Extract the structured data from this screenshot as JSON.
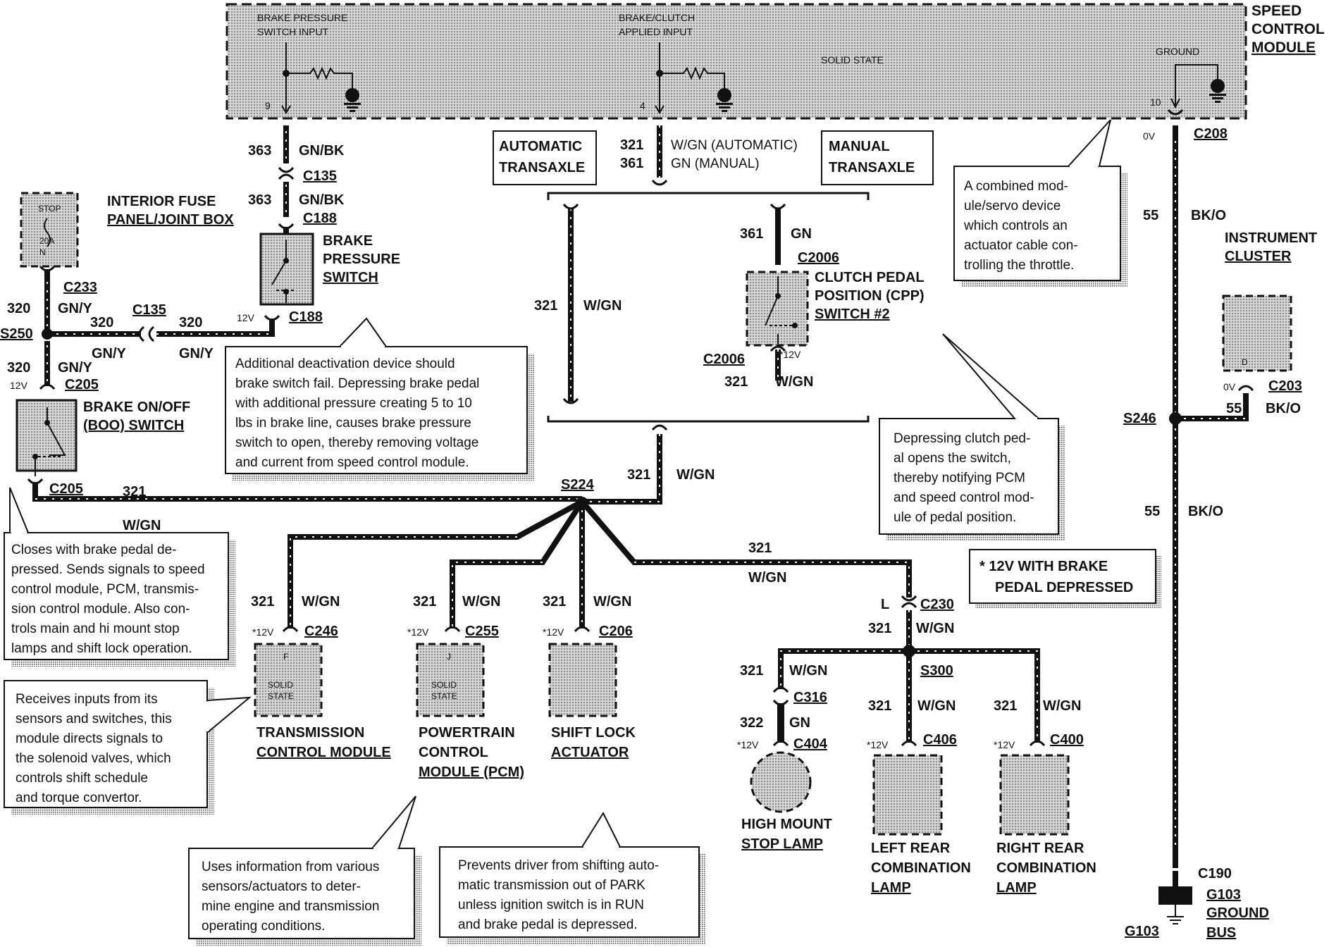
{
  "speed_control_module": {
    "title_l1": "SPEED",
    "title_l2": "CONTROL",
    "title_l3": "MODULE",
    "solid_state": "SOLID STATE",
    "brake_pressure_input_l1": "BRAKE PRESSURE",
    "brake_pressure_input_l2": "SWITCH INPUT",
    "brake_clutch_input_l1": "BRAKE/CLUTCH",
    "brake_clutch_input_l2": "APPLIED INPUT",
    "ground": "GROUND",
    "pin9": "9",
    "pin4": "4",
    "pin10": "10"
  },
  "wires": {
    "c363a_num": "363",
    "c363a_col": "GN/BK",
    "c135_top": "C135",
    "c363b_num": "363",
    "c363b_col": "GN/BK",
    "c188_top": "C188",
    "w321_num": "321",
    "w321_col": "W/GN (AUTOMATIC)",
    "w361_num": "361",
    "w361_col": "GN  (MANUAL)",
    "auto_l1": "AUTOMATIC",
    "auto_l2": "TRANSAXLE",
    "man_l1": "MANUAL",
    "man_l2": "TRANSAXLE",
    "c208": "C208",
    "zero_v_top": "0V",
    "w55a_num": "55",
    "w55a_col": "BK/O",
    "auto_branch_num": "321",
    "auto_branch_col": "W/GN",
    "man361_num": "361",
    "man361_col": "GN",
    "c2006_top": "C2006",
    "c2006_bot": "C2006",
    "star12v_cpp": "*12V",
    "cpp321_num": "321",
    "cpp321_col": "W/GN",
    "s224_feed_num": "321",
    "s224_feed_col": "W/GN",
    "s224": "S224",
    "c233": "C233",
    "w320a_num": "320",
    "w320a_col": "GN/Y",
    "s250": "S250",
    "c135_mid": "C135",
    "w320b_num": "320",
    "w320c_num": "320",
    "gny_b": "GN/Y",
    "gny_c": "GN/Y",
    "v12_c188": "12V",
    "c188_mid": "C188",
    "w320d_num": "320",
    "w320d_col": "GN/Y",
    "v12_c205": "12V",
    "c205_top": "C205",
    "c205_bot": "C205",
    "boo321_num": "321",
    "boo321_col": "W/GN",
    "tcm_num": "321",
    "tcm_col": "W/GN",
    "tcm_v": "*12V",
    "tcm_conn": "C246",
    "pcm_num": "321",
    "pcm_col": "W/GN",
    "pcm_v": "*12V",
    "pcm_conn": "C255",
    "sla_num": "321",
    "sla_col": "W/GN",
    "sla_v": "*12V",
    "sla_conn": "C206",
    "rear_num": "321",
    "rear_col": "W/GN",
    "l_pin": "L",
    "c230": "C230",
    "s300_num": "321",
    "s300_col": "W/GN",
    "s300": "S300",
    "hm321_num": "321",
    "hm321_col": "W/GN",
    "c316": "C316",
    "hm322_num": "322",
    "hm322_col": "GN",
    "hm_v": "*12V",
    "c404": "C404",
    "lr_num": "321",
    "lr_col": "W/GN",
    "lr_v": "*12V",
    "c406": "C406",
    "rr_num": "321",
    "rr_col": "W/GN",
    "rr_v": "*12V",
    "c400": "C400",
    "s246": "S246",
    "ic_v": "0V",
    "ic55_num": "55",
    "ic55_col": "BK/O",
    "c203": "C203",
    "w55b_num": "55",
    "w55b_col": "BK/O",
    "c190": "C190",
    "g103_a": "G103",
    "ground_l1": "GROUND",
    "ground_l2": "BUS",
    "g103_b": "G103"
  },
  "components": {
    "fuse_l1": "INTERIOR FUSE",
    "fuse_l2": "PANEL/JOINT BOX",
    "fuse_stop": "STOP",
    "fuse_amp": "20A",
    "fuse_pin": "N",
    "bps_l1": "BRAKE",
    "bps_l2": "PRESSURE",
    "bps_l3": "SWITCH",
    "boo_l1": "BRAKE ON/OFF",
    "boo_l2": "(BOO) SWITCH",
    "cpp_l1": "CLUTCH PEDAL",
    "cpp_l2": "POSITION (CPP)",
    "cpp_l3": "SWITCH #2",
    "ic_l1": "INSTRUMENT",
    "ic_l2": "CLUSTER",
    "ic_pin": "D",
    "tcm_l1": "TRANSMISSION",
    "tcm_l2": "CONTROL MODULE",
    "tcm_pin": "F",
    "tcm_ss1": "SOLID",
    "tcm_ss2": "STATE",
    "pcm_l1": "POWERTRAIN",
    "pcm_l2": "CONTROL",
    "pcm_l3": "MODULE (PCM)",
    "pcm_pin": "J",
    "pcm_ss1": "SOLID",
    "pcm_ss2": "STATE",
    "sla_l1": "SHIFT LOCK",
    "sla_l2": "ACTUATOR",
    "hm_l1": "HIGH MOUNT",
    "hm_l2": "STOP LAMP",
    "lr_l1": "LEFT REAR",
    "lr_l2": "COMBINATION",
    "lr_l3": "LAMP",
    "rr_l1": "RIGHT REAR",
    "rr_l2": "COMBINATION",
    "rr_l3": "LAMP"
  },
  "notes": {
    "servo": [
      "A combined mod-",
      "ule/servo device",
      "which controls an",
      "actuator cable con-",
      "trolling the throttle."
    ],
    "deact": [
      "Additional deactivation device should",
      "brake switch fail. Depressing brake pedal",
      "with additional pressure creating 5 to 10",
      "lbs in brake line, causes brake pressure",
      "switch to open, thereby removing voltage",
      "and current from speed control module."
    ],
    "clutch": [
      "Depressing clutch ped-",
      "al opens the switch,",
      "thereby notifying PCM",
      "and speed control mod-",
      "ule of pedal position."
    ],
    "boo": [
      "Closes with brake pedal de-",
      "pressed. Sends signals to speed",
      "control module, PCM, transmis-",
      "sion control module. Also con-",
      "trols main and hi mount stop",
      "lamps and shift lock operation."
    ],
    "tcm": [
      "Receives inputs from its",
      "sensors and switches, this",
      "module directs signals to",
      "the solenoid valves, which",
      "controls shift schedule",
      "and torque convertor."
    ],
    "pcm": [
      "Uses information from various",
      "sensors/actuators to deter-",
      "mine engine and transmission",
      "operating conditions."
    ],
    "sla": [
      "Prevents driver from shifting auto-",
      "matic transmission out of PARK",
      "unless ignition switch is in RUN",
      "and brake pedal is depressed."
    ],
    "legend_l1": "* 12V WITH BRAKE",
    "legend_l2": "PEDAL DEPRESSED"
  }
}
